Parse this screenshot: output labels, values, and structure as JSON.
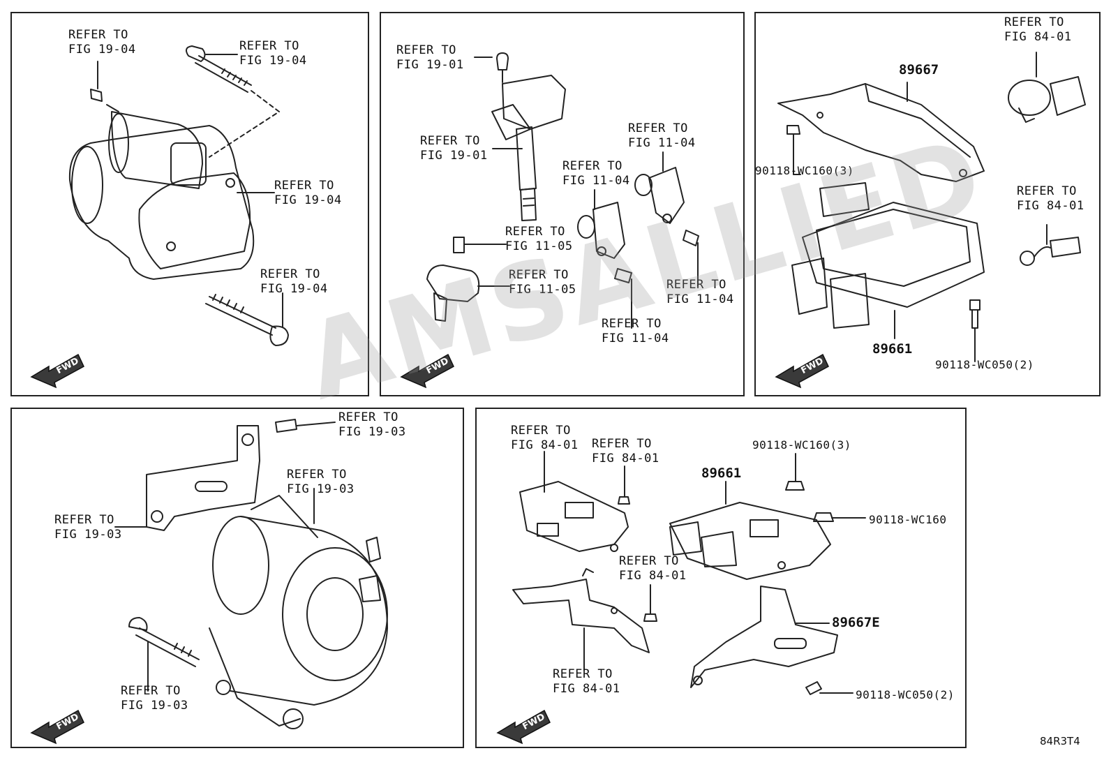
{
  "watermark": "AMSALLIED",
  "drawing_code": "84R3T4",
  "fwd": "FWD",
  "panel1": {
    "labels": [
      {
        "id": "p1a",
        "line1": "REFER TO",
        "line2": "FIG 19-04"
      },
      {
        "id": "p1b",
        "line1": "REFER TO",
        "line2": "FIG 19-04"
      },
      {
        "id": "p1c",
        "line1": "REFER TO",
        "line2": "FIG 19-04"
      },
      {
        "id": "p1d",
        "line1": "REFER TO",
        "line2": "FIG 19-04"
      }
    ]
  },
  "panel2": {
    "labels": [
      {
        "id": "p2a",
        "line1": "REFER TO",
        "line2": "FIG 19-01"
      },
      {
        "id": "p2b",
        "line1": "REFER TO",
        "line2": "FIG 19-01"
      },
      {
        "id": "p2c",
        "line1": "REFER TO",
        "line2": "FIG 11-04"
      },
      {
        "id": "p2d",
        "line1": "REFER TO",
        "line2": "FIG 11-04"
      },
      {
        "id": "p2e",
        "line1": "REFER TO",
        "line2": "FIG 11-05"
      },
      {
        "id": "p2f",
        "line1": "REFER TO",
        "line2": "FIG 11-05"
      },
      {
        "id": "p2g",
        "line1": "REFER TO",
        "line2": "FIG 11-04"
      },
      {
        "id": "p2h",
        "line1": "REFER TO",
        "line2": "FIG 11-04"
      }
    ]
  },
  "panel3": {
    "labels": [
      {
        "id": "p3a",
        "line1": "REFER TO",
        "line2": "FIG 84-01"
      },
      {
        "id": "p3b",
        "line1": "REFER TO",
        "line2": "FIG 84-01"
      }
    ],
    "parts": [
      "89667",
      "90118-WC160(3)",
      "89661",
      "90118-WC050(2)"
    ]
  },
  "panel4": {
    "labels": [
      {
        "id": "p4a",
        "line1": "REFER TO",
        "line2": "FIG 19-03"
      },
      {
        "id": "p4b",
        "line1": "REFER TO",
        "line2": "FIG 19-03"
      },
      {
        "id": "p4c",
        "line1": "REFER TO",
        "line2": "FIG 19-03"
      },
      {
        "id": "p4d",
        "line1": "REFER TO",
        "line2": "FIG 19-03"
      }
    ]
  },
  "panel5": {
    "labels": [
      {
        "id": "p5a",
        "line1": "REFER TO",
        "line2": "FIG 84-01"
      },
      {
        "id": "p5b",
        "line1": "REFER TO",
        "line2": "FIG 84-01"
      },
      {
        "id": "p5c",
        "line1": "REFER TO",
        "line2": "FIG 84-01"
      },
      {
        "id": "p5d",
        "line1": "REFER TO",
        "line2": "FIG 84-01"
      }
    ],
    "parts": [
      "90118-WC160(3)",
      "89661",
      "90118-WC160",
      "89667E",
      "90118-WC050(2)"
    ]
  }
}
